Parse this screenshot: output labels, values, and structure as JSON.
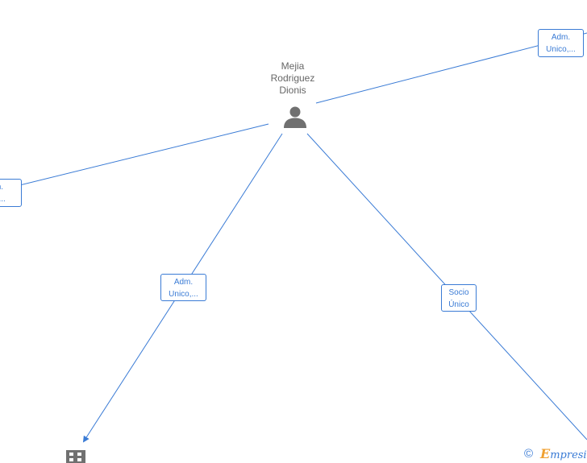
{
  "person": {
    "name": "Mejia\nRodriguez\nDionis",
    "icon": "person-icon"
  },
  "edges": {
    "top_right": "Adm.\nUnico,...",
    "left": "m.\no,...",
    "mid_left": "Adm.\nUnico,...",
    "socio": "Socio\nÚnico"
  },
  "company": {
    "icon": "building-icon"
  },
  "branding": {
    "copyright_symbol": "©",
    "brand_initial": "E",
    "brand_rest": "mpresia"
  },
  "colors": {
    "line": "#3a7bd5",
    "node_gray": "#707070",
    "text_gray": "#666666",
    "brand_orange": "#f0a030"
  }
}
